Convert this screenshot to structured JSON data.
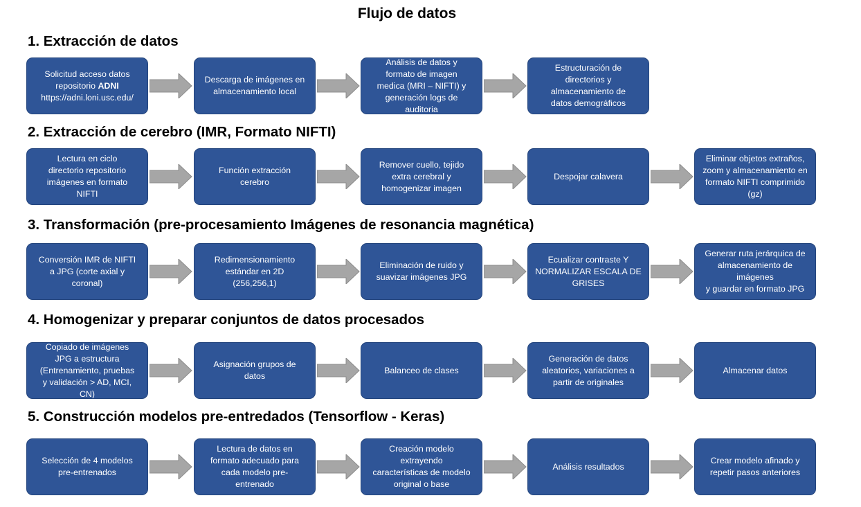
{
  "title": "Flujo de datos",
  "colors": {
    "box_fill": "#2f5597",
    "box_text": "#ffffff",
    "arrow_fill": "#a6a6a6"
  },
  "sections": [
    {
      "heading": "1. Extracción de datos",
      "steps": [
        [
          "Solicitud  acceso datos",
          "repositorio ADNI",
          "https://adni.loni.usc.edu/"
        ],
        [
          "Descarga de imágenes en",
          "almacenamiento local"
        ],
        [
          "Análisis de datos y",
          "formato de imagen",
          "medica (MRI – NIFTI) y",
          "generación logs de",
          "auditoria"
        ],
        [
          "Estructuración de",
          "directorios y",
          "almacenamiento de",
          "datos demográficos"
        ]
      ]
    },
    {
      "heading": "2. Extracción de cerebro (IMR, Formato NIFTI)",
      "steps": [
        [
          "Lectura en ciclo",
          "directorio repositorio",
          "imágenes en formato",
          "NIFTI"
        ],
        [
          "Función extracción",
          "cerebro"
        ],
        [
          "Remover cuello, tejido",
          "extra cerebral y",
          "homogenizar imagen"
        ],
        [
          "Despojar calavera"
        ],
        [
          "Eliminar objetos extraños,",
          "zoom y almacenamiento en",
          "formato NIFTI comprimido",
          "(gz)"
        ]
      ]
    },
    {
      "heading": "3. Transformación (pre-procesamiento Imágenes de resonancia magnética)",
      "steps": [
        [
          "Conversión IMR de NIFTI",
          "a JPG (corte axial y",
          "coronal)"
        ],
        [
          "Redimensionamiento",
          "estándar en 2D",
          "(256,256,1)"
        ],
        [
          "Eliminación de ruido y",
          "suavizar imágenes JPG"
        ],
        [
          "Ecualizar contraste Y",
          "NORMALIZAR ESCALA DE",
          "GRISES"
        ],
        [
          "Generar ruta jerárquica de",
          "almacenamiento de imágenes",
          "y guardar en formato JPG"
        ]
      ]
    },
    {
      "heading": "4. Homogenizar y preparar conjuntos de datos procesados",
      "steps": [
        [
          "Copiado de imágenes",
          "JPG a estructura",
          "(Entrenamiento, pruebas",
          "y validación > AD, MCI,",
          "CN)"
        ],
        [
          "Asignación grupos de",
          "datos"
        ],
        [
          "Balanceo de clases"
        ],
        [
          "Generación de datos",
          "aleatorios, variaciones a",
          "partir de originales"
        ],
        [
          "Almacenar datos"
        ]
      ]
    },
    {
      "heading": "5. Construcción modelos pre-entredados (Tensorflow - Keras)",
      "steps": [
        [
          "Selección de 4 modelos",
          "pre-entrenados"
        ],
        [
          "Lectura de datos en",
          "formato adecuado para",
          "cada modelo pre-",
          "entrenado"
        ],
        [
          "Creación modelo",
          "extrayendo",
          "características de modelo",
          "original o base"
        ],
        [
          "Análisis resultados"
        ],
        [
          "Crear modelo afinado y",
          "repetir pasos anteriores"
        ]
      ]
    }
  ]
}
